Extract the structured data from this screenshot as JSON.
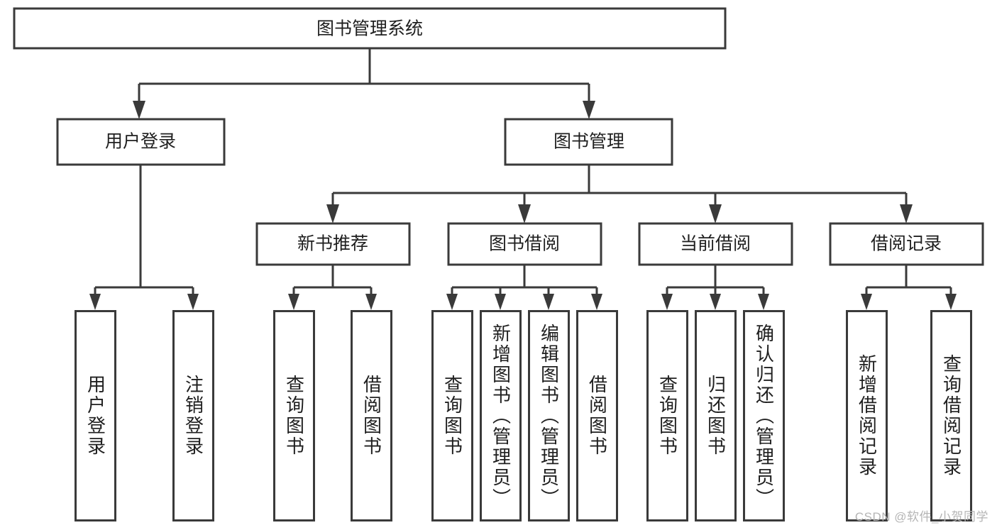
{
  "diagram": {
    "title": "图书管理系统",
    "type": "tree-hierarchy",
    "watermark": "CSDN @软件_小贺同学",
    "colors": {
      "stroke": "#3a3a3a",
      "fill": "#ffffff",
      "text": "#1f1f1f",
      "watermark": "#b5b5b5"
    },
    "root": {
      "label": "图书管理系统"
    },
    "level2": [
      {
        "label": "用户登录"
      },
      {
        "label": "图书管理"
      }
    ],
    "level3": [
      {
        "label": "新书推荐"
      },
      {
        "label": "图书借阅"
      },
      {
        "label": "当前借阅"
      },
      {
        "label": "借阅记录"
      }
    ],
    "leaves": {
      "user_login": [
        {
          "label": "用户登录"
        },
        {
          "label": "注销登录"
        }
      ],
      "new_book_recommend": [
        {
          "label": "查询图书"
        },
        {
          "label": "借阅图书"
        }
      ],
      "book_borrow": [
        {
          "label": "查询图书"
        },
        {
          "label": "新增图书（管理员）"
        },
        {
          "label": "编辑图书（管理员）"
        },
        {
          "label": "借阅图书"
        }
      ],
      "current_borrow": [
        {
          "label": "查询图书"
        },
        {
          "label": "归还图书"
        },
        {
          "label": "确认归还（管理员）"
        }
      ],
      "borrow_record": [
        {
          "label": "新增借阅记录"
        },
        {
          "label": "查询借阅记录"
        }
      ]
    }
  }
}
